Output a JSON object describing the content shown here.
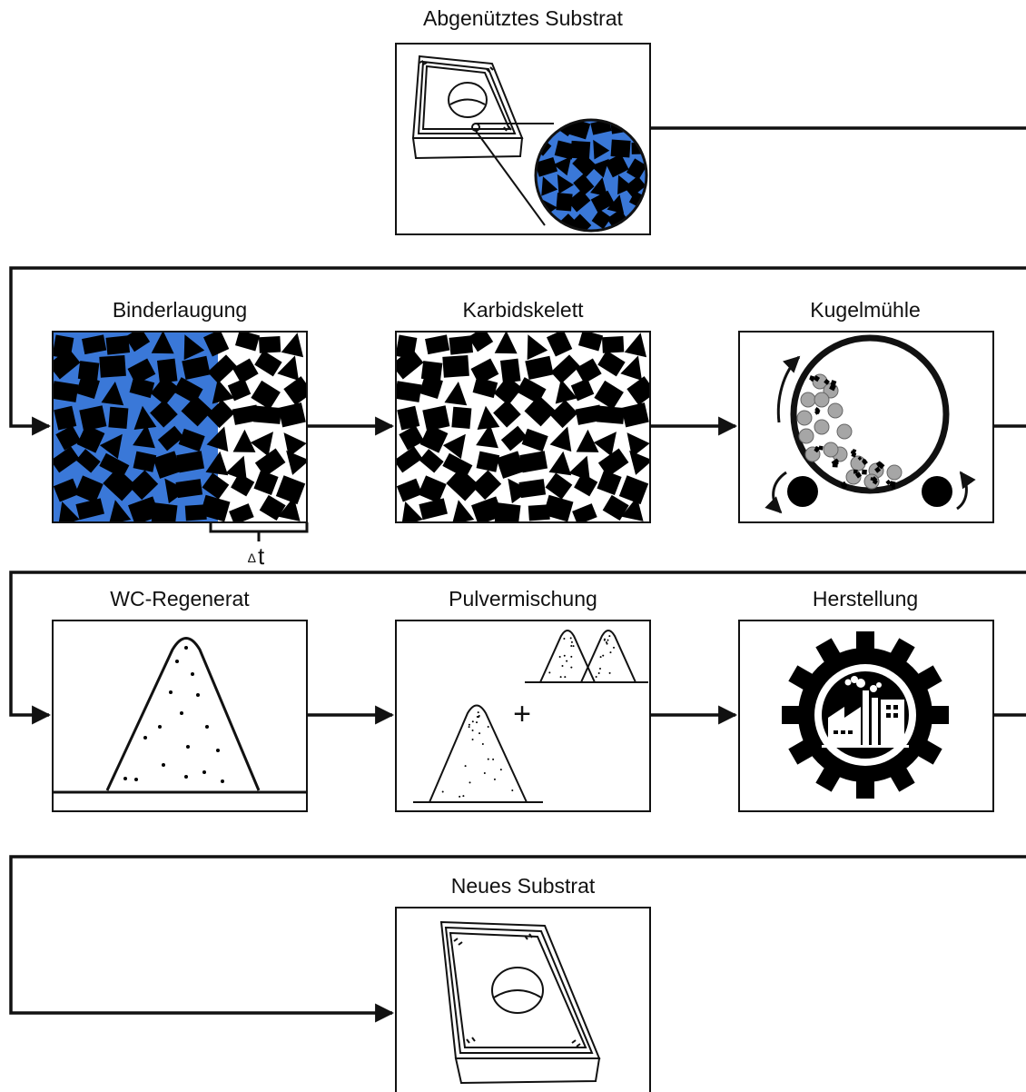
{
  "stages": {
    "worn_substrate": "Abgenütztes Substrat",
    "binder_leaching": "Binderlaugung",
    "carbide_skeleton": "Karbidskelett",
    "ball_mill": "Kugelmühle",
    "wc_regenerate": "WC-Regenerat",
    "powder_mixing": "Pulvermischung",
    "production": "Herstellung",
    "new_substrate": "Neues Substrat"
  },
  "annotations": {
    "delta_symbol": "Δ",
    "t_symbol": "t",
    "plus": "+"
  },
  "colors": {
    "binder": "#3a78d8",
    "carbide": "#000000",
    "mill_ball": "#a6a6a6",
    "line": "#111111"
  }
}
